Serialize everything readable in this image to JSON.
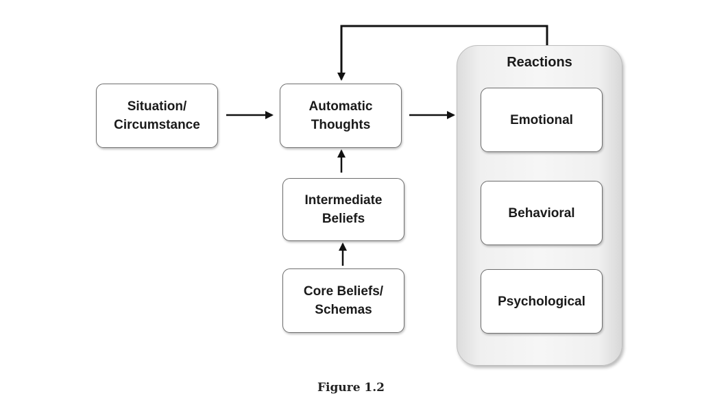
{
  "diagram": {
    "nodes": {
      "situation": "Situation/\nCircumstance",
      "automatic_thoughts": "Automatic\nThoughts",
      "intermediate_beliefs": "Intermediate\nBeliefs",
      "core_beliefs": "Core Beliefs/\nSchemas"
    },
    "reactions": {
      "title": "Reactions",
      "items": [
        "Emotional",
        "Behavioral",
        "Psychological"
      ]
    },
    "caption": "Figure 1.2"
  },
  "colors": {
    "stroke": "#6e6e6e",
    "arrow": "#111111",
    "panel_fill": "#f3f3f3"
  }
}
